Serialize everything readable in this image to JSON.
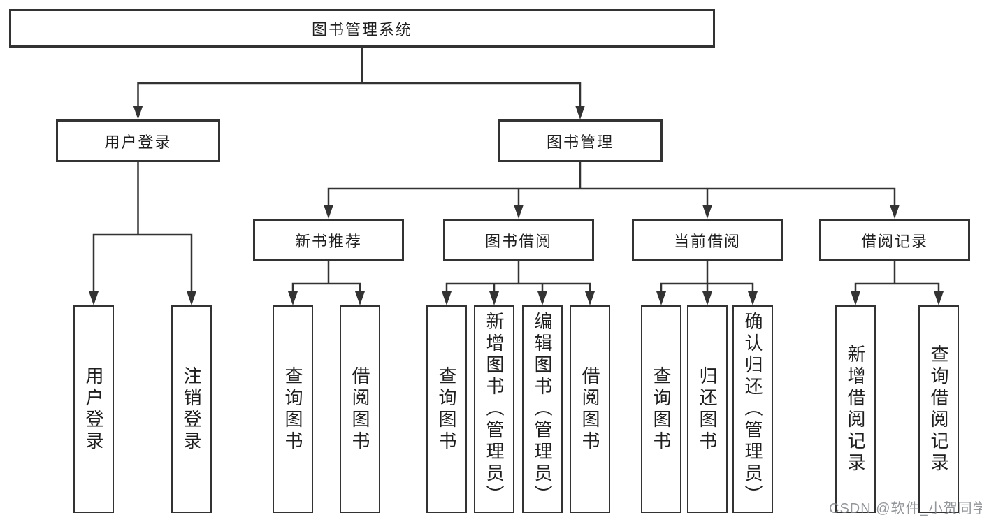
{
  "tree": {
    "root": "图书管理系统",
    "branches": [
      {
        "label": "用户登录",
        "children": [
          "用户登录",
          "注销登录"
        ]
      },
      {
        "label": "图书管理",
        "groups": [
          {
            "label": "新书推荐",
            "children": [
              "查询图书",
              "借阅图书"
            ]
          },
          {
            "label": "图书借阅",
            "children": [
              "查询图书",
              "新增图书（管理员）",
              "编辑图书（管理员）",
              "借阅图书"
            ]
          },
          {
            "label": "当前借阅",
            "children": [
              "查询图书",
              "归还图书",
              "确认归还（管理员）"
            ]
          },
          {
            "label": "借阅记录",
            "children": [
              "新增借阅记录",
              "查询借阅记录"
            ]
          }
        ]
      }
    ]
  },
  "watermark": "CSDN @软件_小贺同学",
  "colors": {
    "line": "#333333",
    "box_border": "#333333",
    "box_fill": "#ffffff",
    "text": "#1f1f1f",
    "watermark": "#85898d"
  }
}
